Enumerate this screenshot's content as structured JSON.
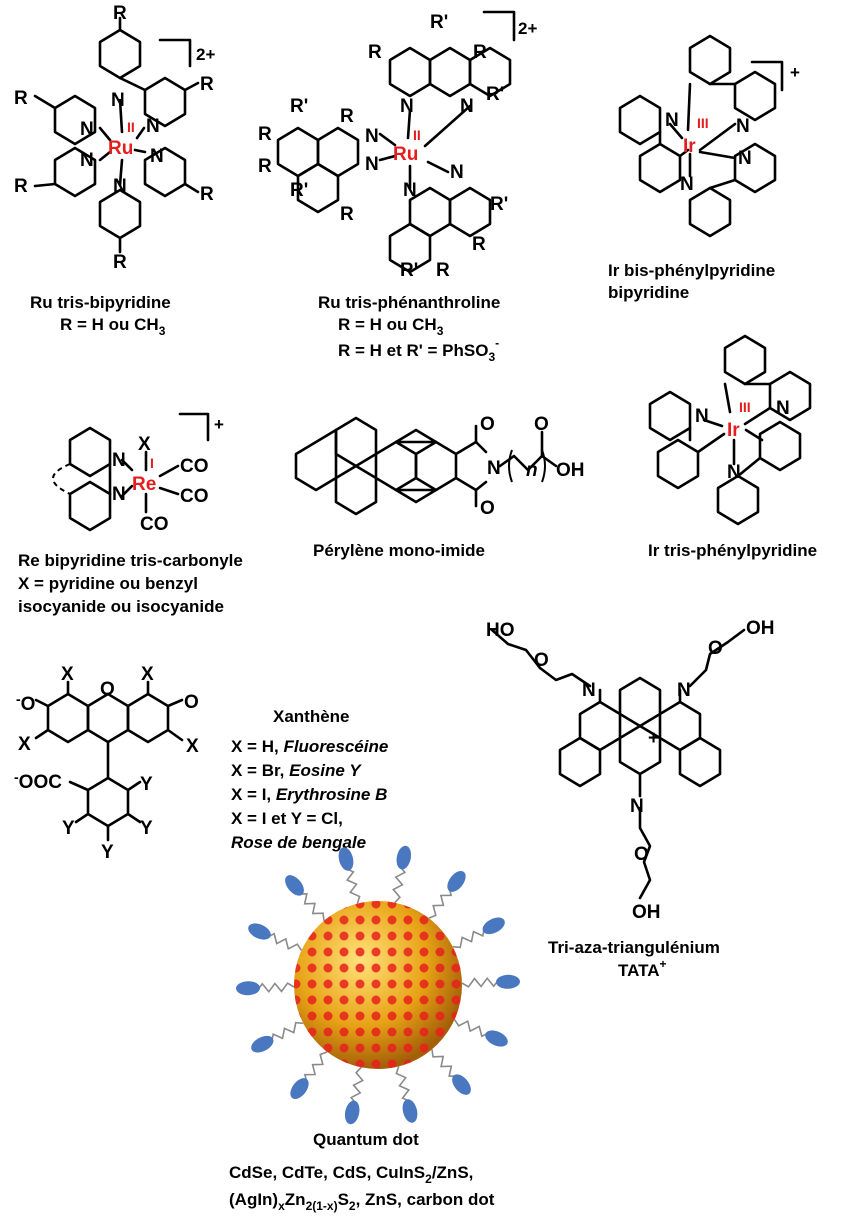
{
  "compounds": {
    "ru_bpy": {
      "metal": "Ru",
      "oxidation": "II",
      "charge": "2+",
      "atoms": {
        "N": "N",
        "R": "R"
      },
      "caption_line1": "Ru tris-bipyridine",
      "caption_line2": "R = H ou CH",
      "caption_sub2": "3"
    },
    "ru_phen": {
      "metal": "Ru",
      "oxidation": "II",
      "charge": "2+",
      "atoms": {
        "N": "N",
        "R": "R",
        "Rp": "R'"
      },
      "caption_line1": "Ru tris-phénanthroline",
      "caption_line2": "R = H ou CH",
      "caption_sub2": "3",
      "caption_line3": "R = H et R' = PhSO",
      "caption_sub3": "3",
      "caption_sup3": "-"
    },
    "ir_ppy_bpy": {
      "metal": "Ir",
      "oxidation": "III",
      "charge": "+",
      "atoms": {
        "N": "N"
      },
      "caption_line1": "Ir bis-phénylpyridine",
      "caption_line2": "bipyridine"
    },
    "ir_ppy3": {
      "metal": "Ir",
      "oxidation": "III",
      "atoms": {
        "N": "N"
      },
      "caption_line1": "Ir tris-phénylpyridine"
    },
    "re_bpy": {
      "metal": "Re",
      "oxidation": "I",
      "charge": "+",
      "atoms": {
        "N": "N",
        "X": "X",
        "CO": "CO"
      },
      "caption_line1": "Re bipyridine tris-carbonyle",
      "caption_line2": "X = pyridine ou benzyl",
      "caption_line3": "isocyanide ou isocyanide"
    },
    "perylene": {
      "atoms": {
        "O": "O",
        "N": "N",
        "n": "n",
        "OH": "OH"
      },
      "caption_line1": "Pérylène mono-imide"
    },
    "xanthene": {
      "atoms": {
        "O": "O",
        "X": "X",
        "Y": "Y",
        "neg": "-",
        "OOC": "OOC",
        "minus": "-"
      },
      "title": "Xanthène",
      "items": [
        {
          "prefix": "X = H, ",
          "name": "Fluorescéine"
        },
        {
          "prefix": "X = Br, ",
          "name": "Eosine Y"
        },
        {
          "prefix": "X = I, ",
          "name": "Erythrosine B"
        },
        {
          "prefix": "X = I et Y = Cl,",
          "name": ""
        }
      ],
      "last_name": "Rose de bengale"
    },
    "tata": {
      "atoms": {
        "N": "N",
        "O": "O",
        "HO": "HO",
        "OH": "OH",
        "plus": "+"
      },
      "caption_line1": "Tri-aza-triangulénium",
      "caption_line2": "TATA",
      "caption_sup2": "+"
    },
    "qdot": {
      "caption_line1": "Quantum dot",
      "caption_line2": "CdSe, CdTe, CdS, CuInS",
      "caption_sub2": "2",
      "caption_line2b": "/ZnS,",
      "caption_line3a": "(AgIn)",
      "caption_sub3a": "x",
      "caption_line3b": "Zn",
      "caption_sub3b": "2(1-x)",
      "caption_line3c": "S",
      "caption_sub3c": "2",
      "caption_line3d": ", ZnS, carbon dot",
      "colors": {
        "core": "#e8a317",
        "dots": "#e8201c",
        "ligand": "#4a78c0"
      }
    }
  }
}
